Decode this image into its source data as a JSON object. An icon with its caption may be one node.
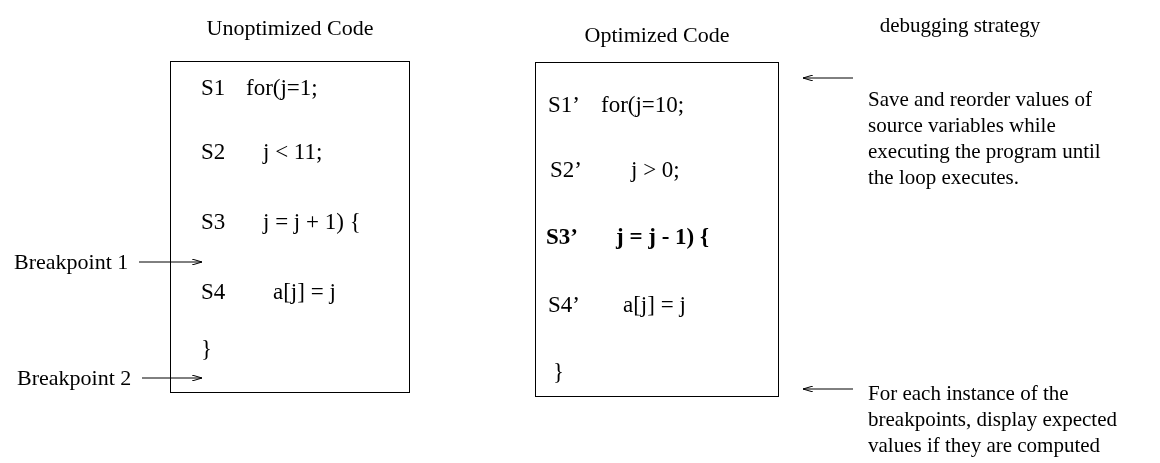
{
  "diagram": {
    "nodes": [
      {
        "text": [
          "Unoptimized Code",
          "S1",
          "for(j=1;",
          "S2",
          "j < 11;",
          "S3",
          "j = j + 1) {",
          "S4",
          "a[j] = j",
          "}"
        ]
      },
      {
        "text": [
          "Breakpoint 1"
        ]
      },
      {
        "text": [
          "Breakpoint 2"
        ]
      },
      {
        "text": [
          "Optimized Code",
          "S1’",
          "for(j=10;",
          "S2’",
          "j > 0;",
          "**S3’**",
          "**j = j - 1) {**",
          "S4’",
          "a[j] = j",
          "}"
        ]
      },
      {
        "text": [
          "Save and reorder values of source variables while executing the program until the loop executes."
        ]
      },
      {
        "text": [
          "For each instance of the breakpoints, display expected values if they are computed"
        ]
      }
    ],
    "edges": [
      {
        "from": 1,
        "to": 0,
        "arrow": "to"
      },
      {
        "from": 2,
        "to": 0,
        "arrow": "to"
      },
      {
        "from": 4,
        "to": 3,
        "arrow": "to"
      },
      {
        "from": 5,
        "to": 3,
        "arrow": "to"
      }
    ],
    "labels": [
      "debugging strategy"
    ]
  }
}
